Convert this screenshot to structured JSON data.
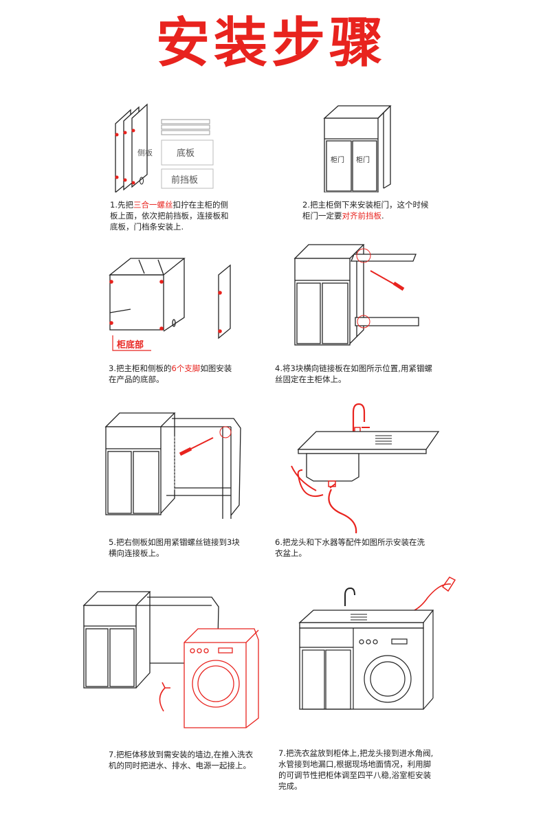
{
  "title": "安装步骤",
  "colors": {
    "accent": "#e8231e",
    "line": "#222222",
    "panel": "#dcdcdc"
  },
  "steps": [
    {
      "labels": {
        "side_panel": "侧板",
        "bottom_panel": "底板",
        "front_panel": "前挡板"
      },
      "caption": [
        {
          "t": "1.先把",
          "hl": false
        },
        {
          "t": "三合一螺丝",
          "hl": true
        },
        {
          "t": "扣拧在主柜的侧板上面，依次把前挡板，连接板和底板，门档条安装上.",
          "hl": false
        }
      ]
    },
    {
      "labels": {
        "door_left": "柜门",
        "door_right": "柜门"
      },
      "caption": [
        {
          "t": "2.把主柜倒下来安装柜门，这个时候柜门一定要",
          "hl": false
        },
        {
          "t": "对齐前挡板",
          "hl": true
        },
        {
          "t": ".",
          "hl": false
        }
      ]
    },
    {
      "labels": {
        "cabinet_bottom": "柜底部"
      },
      "caption": [
        {
          "t": "3.把主柜和侧板的",
          "hl": false
        },
        {
          "t": "6个支脚",
          "hl": true
        },
        {
          "t": "如图安装在产品的底部。",
          "hl": false
        }
      ]
    },
    {
      "labels": {},
      "caption": [
        {
          "t": "4.将3块横向链接板在如图所示位置,用紧锢螺丝固定在主柜体上。",
          "hl": false
        }
      ]
    },
    {
      "labels": {},
      "caption": [
        {
          "t": "5.把右侧板如图用紧锢螺丝链接到3块横向连接板上。",
          "hl": false
        }
      ]
    },
    {
      "labels": {},
      "caption": [
        {
          "t": "6.把龙头和下水器等配件如图所示安装在洗衣盆上。",
          "hl": false
        }
      ]
    },
    {
      "labels": {},
      "caption": [
        {
          "t": "7.把柜体移放到需安装的墙边,在推入洗衣机的同时把进水、排水、电源一起接上。",
          "hl": false
        }
      ]
    },
    {
      "labels": {},
      "caption": [
        {
          "t": "7.把洗衣盆放到柜体上,把龙头接到进水角阀,水管接到地漏口,根据现场地面情况，利用脚的可调节性把柜体调至四平八稳,浴室柜安装完成。",
          "hl": false
        }
      ]
    }
  ]
}
